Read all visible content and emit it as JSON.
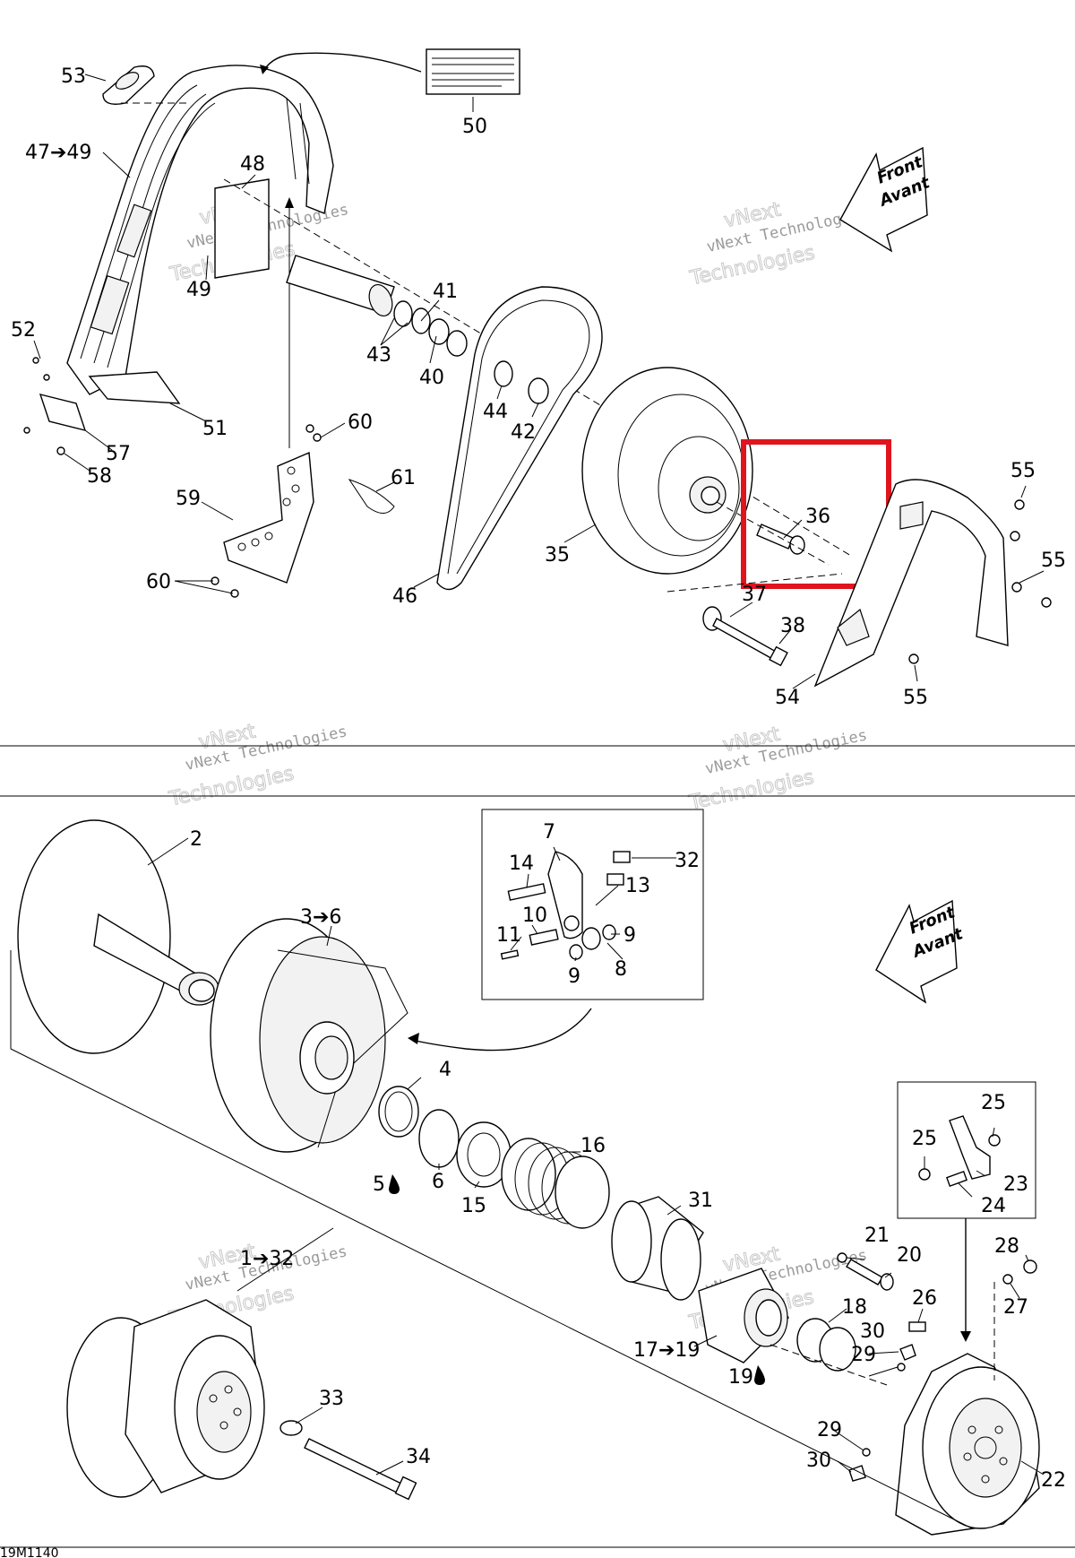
{
  "figure_code": "19M1140",
  "watermark": {
    "line1": "vNext",
    "line2": "Technologies",
    "combined": "vNext Technologies"
  },
  "direction": {
    "line1": "Front",
    "line2": "Avant"
  },
  "highlight_part": "36",
  "labels": {
    "l53": "53",
    "l47_49": "47➔49",
    "l48": "48",
    "l49": "49",
    "l50": "50",
    "l52": "52",
    "l51": "51",
    "l57": "57",
    "l58": "58",
    "l59": "59",
    "l60a": "60",
    "l60b": "60",
    "l61": "61",
    "l41": "41",
    "l43": "43",
    "l40": "40",
    "l44": "44",
    "l42": "42",
    "l35": "35",
    "l46": "46",
    "l36": "36",
    "l37": "37",
    "l38": "38",
    "l54": "54",
    "l55a": "55",
    "l55b": "55",
    "l55c": "55",
    "l2": "2",
    "l3_6": "3➔6",
    "l7": "7",
    "l32a": "32",
    "l14": "14",
    "l13": "13",
    "l10": "10",
    "l11": "11",
    "l9a": "9",
    "l9b": "9",
    "l8": "8",
    "l4": "4",
    "l5": "5",
    "l6": "6",
    "l15": "15",
    "l16": "16",
    "l31": "31",
    "l1_32": "1➔32",
    "l21": "21",
    "l20": "20",
    "l18": "18",
    "l17_19": "17➔19",
    "l19": "19",
    "l26": "26",
    "l30a": "30",
    "l29a": "29",
    "l28": "28",
    "l27": "27",
    "l25a": "25",
    "l25b": "25",
    "l23": "23",
    "l24": "24",
    "l33": "33",
    "l34": "34",
    "l29b": "29",
    "l30b": "30",
    "l22": "22"
  }
}
